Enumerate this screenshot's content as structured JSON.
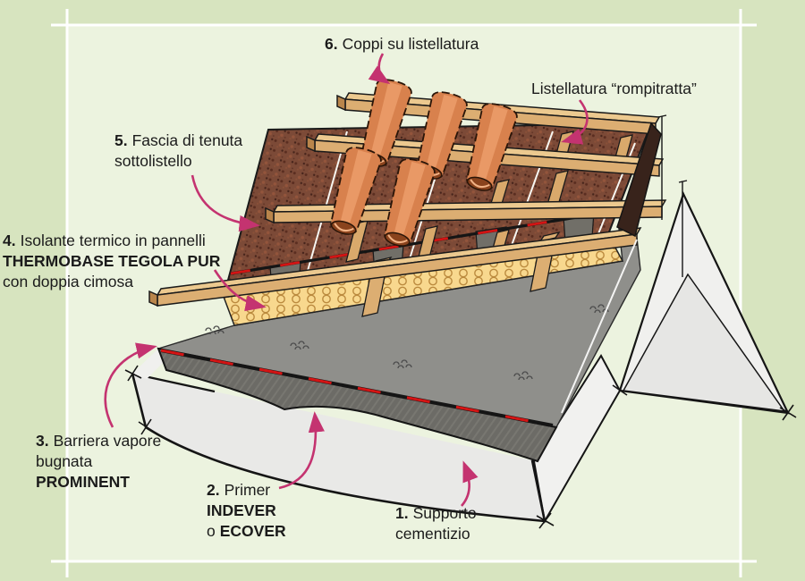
{
  "figure": {
    "language": "Italian",
    "type": "roof-stratigraphy-diagram"
  },
  "colors": {
    "background_outer": "#d7e4bf",
    "background_inner": "#ecf3df",
    "frame_line": "#ffffff",
    "callout_arrow": "#c43370",
    "text": "#1b1b1b",
    "tile_terracotta": "#d8814d",
    "wood_batten": "#dcae72",
    "insulation_foam": "#f8d88e",
    "panel_brown": "#7c4a37",
    "vapor_barrier_gray": "#8f8f8b",
    "concrete_gray": "#e9e9e7",
    "seam_red": "#d41414"
  },
  "callouts": {
    "coppi": {
      "number": "6.",
      "text": "Coppi su listellatura"
    },
    "listellatura_rompitratta": {
      "text": "Listellatura “rompitratta”"
    },
    "fascia": {
      "number": "5.",
      "text": "Fascia di tenuta",
      "text2": "sottolistello"
    },
    "isolante": {
      "number": "4.",
      "text": "Isolante termico in pannelli",
      "product": "THERMOBASE TEGOLA PUR",
      "text2": "con doppia cimosa"
    },
    "barriera": {
      "number": "3.",
      "text": "Barriera vapore",
      "text2": "bugnata",
      "product": "PROMINENT"
    },
    "primer": {
      "number": "2.",
      "text": "Primer",
      "product": "INDEVER",
      "conjunction": "o",
      "product2": "ECOVER"
    },
    "supporto": {
      "number": "1.",
      "text": "Supporto",
      "text2": "cementizio"
    }
  }
}
